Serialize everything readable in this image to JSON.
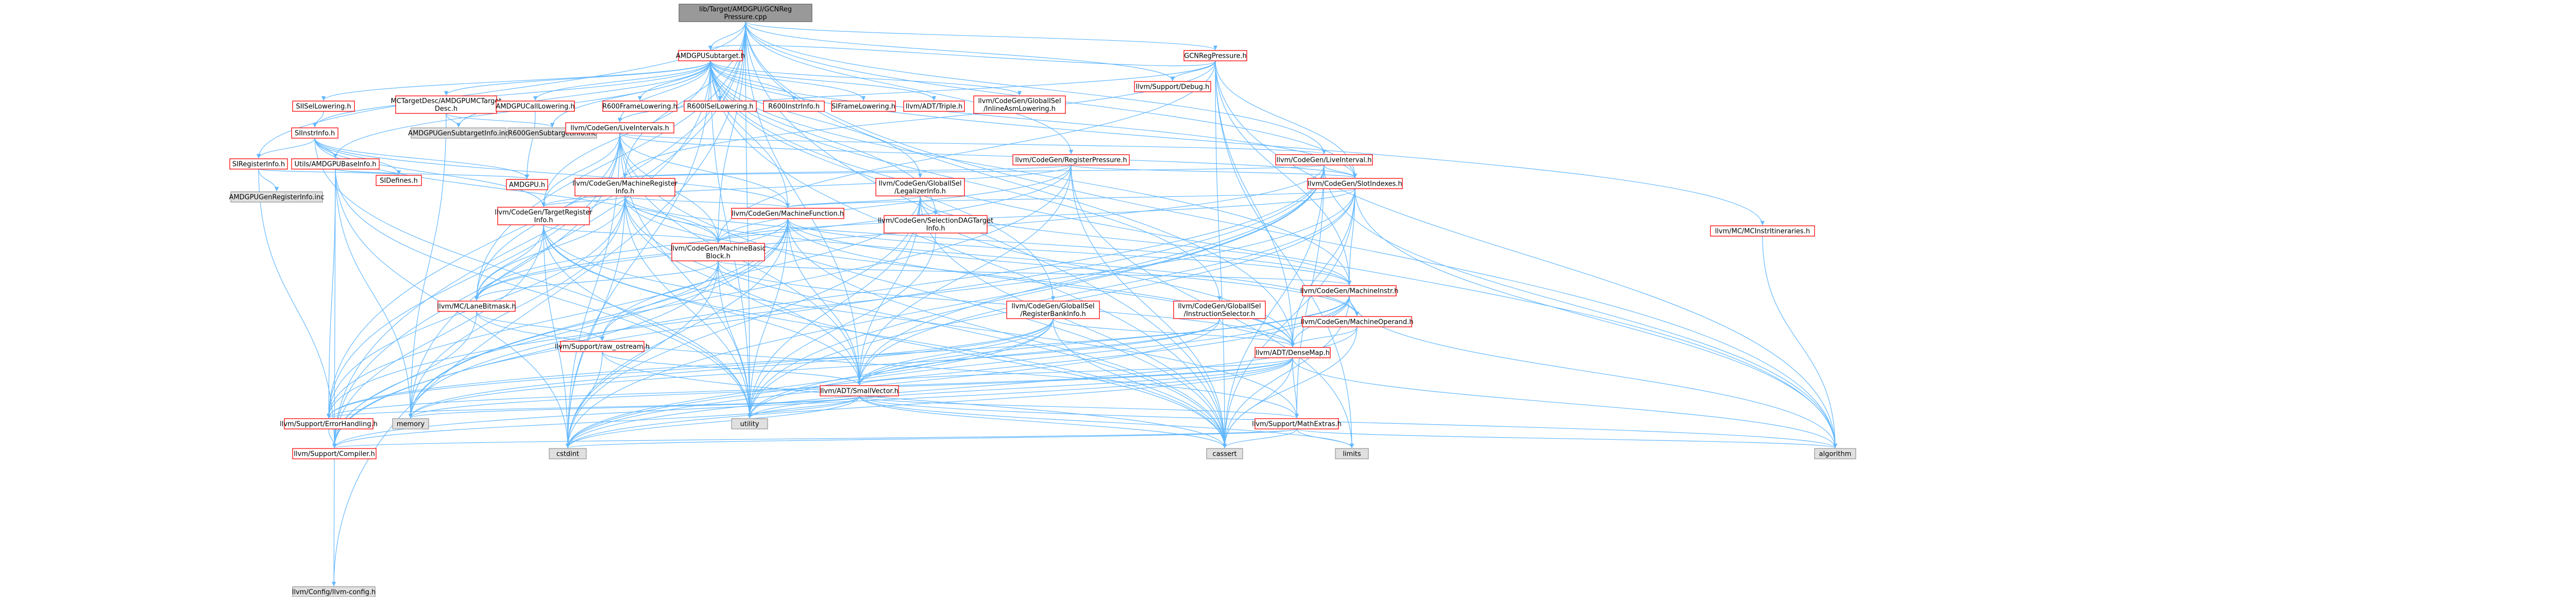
{
  "title": "lib/Target/AMDGPU/GCNRegPressure.cpp",
  "colors": {
    "root_fill": "#999999",
    "node_fill": "#ffffff",
    "gray_fill": "#e0e0e0",
    "node_border": "#ff0000",
    "gray_border": "#999999",
    "edge": "#63b8ff"
  },
  "nodes": [
    {
      "id": "root",
      "label": "lib/Target/AMDGPU/GCNReg\nPressure.cpp",
      "kind": "root"
    },
    {
      "id": "gcnrp",
      "label": "GCNRegPressure.h",
      "kind": "normal"
    },
    {
      "id": "amdsub",
      "label": "AMDGPUSubtarget.h",
      "kind": "normal"
    },
    {
      "id": "debug",
      "label": "llvm/Support/Debug.h",
      "kind": "normal"
    },
    {
      "id": "sisell",
      "label": "SIISelLowering.h",
      "kind": "normal"
    },
    {
      "id": "mctdesc",
      "label": "MCTargetDesc/AMDGPUMCTarget\nDesc.h",
      "kind": "normal"
    },
    {
      "id": "amdcall",
      "label": "AMDGPUCallLowering.h",
      "kind": "normal"
    },
    {
      "id": "r600frame",
      "label": "R600FrameLowering.h",
      "kind": "normal"
    },
    {
      "id": "r600isel",
      "label": "R600ISelLowering.h",
      "kind": "normal"
    },
    {
      "id": "r600inst",
      "label": "R600InstrInfo.h",
      "kind": "normal"
    },
    {
      "id": "siframe",
      "label": "SIFrameLowering.h",
      "kind": "normal"
    },
    {
      "id": "triple",
      "label": "llvm/ADT/Triple.h",
      "kind": "normal"
    },
    {
      "id": "inlineasm",
      "label": "llvm/CodeGen/GlobalISel\n/InlineAsmLowering.h",
      "kind": "normal"
    },
    {
      "id": "siinstr",
      "label": "SIInstrInfo.h",
      "kind": "normal"
    },
    {
      "id": "amdgensub",
      "label": "AMDGPUGenSubtargetInfo.inc",
      "kind": "gray"
    },
    {
      "id": "r600gensub",
      "label": "R600GenSubtargetInfo.inc",
      "kind": "gray"
    },
    {
      "id": "liveintervals",
      "label": "llvm/CodeGen/LiveIntervals.h",
      "kind": "normal"
    },
    {
      "id": "mcinstritin",
      "label": "llvm/MC/MCInstrItineraries.h",
      "kind": "normal"
    },
    {
      "id": "siregs",
      "label": "SIRegisterInfo.h",
      "kind": "normal"
    },
    {
      "id": "amdbase",
      "label": "Utils/AMDGPUBaseInfo.h",
      "kind": "normal"
    },
    {
      "id": "sidefines",
      "label": "SIDefines.h",
      "kind": "normal"
    },
    {
      "id": "amdgpuh",
      "label": "AMDGPU.h",
      "kind": "normal"
    },
    {
      "id": "amdgenreg",
      "label": "AMDGPUGenRegisterInfo.inc",
      "kind": "gray"
    },
    {
      "id": "regpressure",
      "label": "llvm/CodeGen/RegisterPressure.h",
      "kind": "normal"
    },
    {
      "id": "liveinterval",
      "label": "llvm/CodeGen/LiveInterval.h",
      "kind": "normal"
    },
    {
      "id": "mri",
      "label": "llvm/CodeGen/MachineRegister\nInfo.h",
      "kind": "normal"
    },
    {
      "id": "legalizer",
      "label": "llvm/CodeGen/GlobalISel\n/LegalizerInfo.h",
      "kind": "normal"
    },
    {
      "id": "sdagtarget",
      "label": "llvm/CodeGen/SelectionDAGTarget\nInfo.h",
      "kind": "normal"
    },
    {
      "id": "slotindexes",
      "label": "llvm/CodeGen/SlotIndexes.h",
      "kind": "normal"
    },
    {
      "id": "tri",
      "label": "llvm/CodeGen/TargetRegister\nInfo.h",
      "kind": "normal"
    },
    {
      "id": "mf",
      "label": "llvm/CodeGen/MachineFunction.h",
      "kind": "normal"
    },
    {
      "id": "mbb",
      "label": "llvm/CodeGen/MachineBasic\nBlock.h",
      "kind": "normal"
    },
    {
      "id": "minstr",
      "label": "llvm/CodeGen/MachineInstr.h",
      "kind": "normal"
    },
    {
      "id": "regbank",
      "label": "llvm/CodeGen/GlobalISel\n/RegisterBankInfo.h",
      "kind": "normal"
    },
    {
      "id": "instsel",
      "label": "llvm/CodeGen/GlobalISel\n/InstructionSelector.h",
      "kind": "normal"
    },
    {
      "id": "mop",
      "label": "llvm/CodeGen/MachineOperand.h",
      "kind": "normal"
    },
    {
      "id": "lanebm",
      "label": "llvm/MC/LaneBitmask.h",
      "kind": "normal"
    },
    {
      "id": "rawos",
      "label": "llvm/Support/raw_ostream.h",
      "kind": "normal"
    },
    {
      "id": "densemap",
      "label": "llvm/ADT/DenseMap.h",
      "kind": "normal"
    },
    {
      "id": "smallvec",
      "label": "llvm/ADT/SmallVector.h",
      "kind": "normal"
    },
    {
      "id": "errh",
      "label": "llvm/Support/ErrorHandling.h",
      "kind": "normal"
    },
    {
      "id": "mathx",
      "label": "llvm/Support/MathExtras.h",
      "kind": "normal"
    },
    {
      "id": "compiler",
      "label": "llvm/Support/Compiler.h",
      "kind": "normal"
    },
    {
      "id": "llvmcfg",
      "label": "llvm/Config/llvm-config.h",
      "kind": "gray"
    },
    {
      "id": "memory",
      "label": "memory",
      "kind": "gray"
    },
    {
      "id": "utility",
      "label": "utility",
      "kind": "gray"
    },
    {
      "id": "cstdint",
      "label": "cstdint",
      "kind": "gray"
    },
    {
      "id": "cassert",
      "label": "cassert",
      "kind": "gray"
    },
    {
      "id": "limits",
      "label": "limits",
      "kind": "gray"
    },
    {
      "id": "algorithm",
      "label": "algorithm",
      "kind": "gray"
    }
  ]
}
